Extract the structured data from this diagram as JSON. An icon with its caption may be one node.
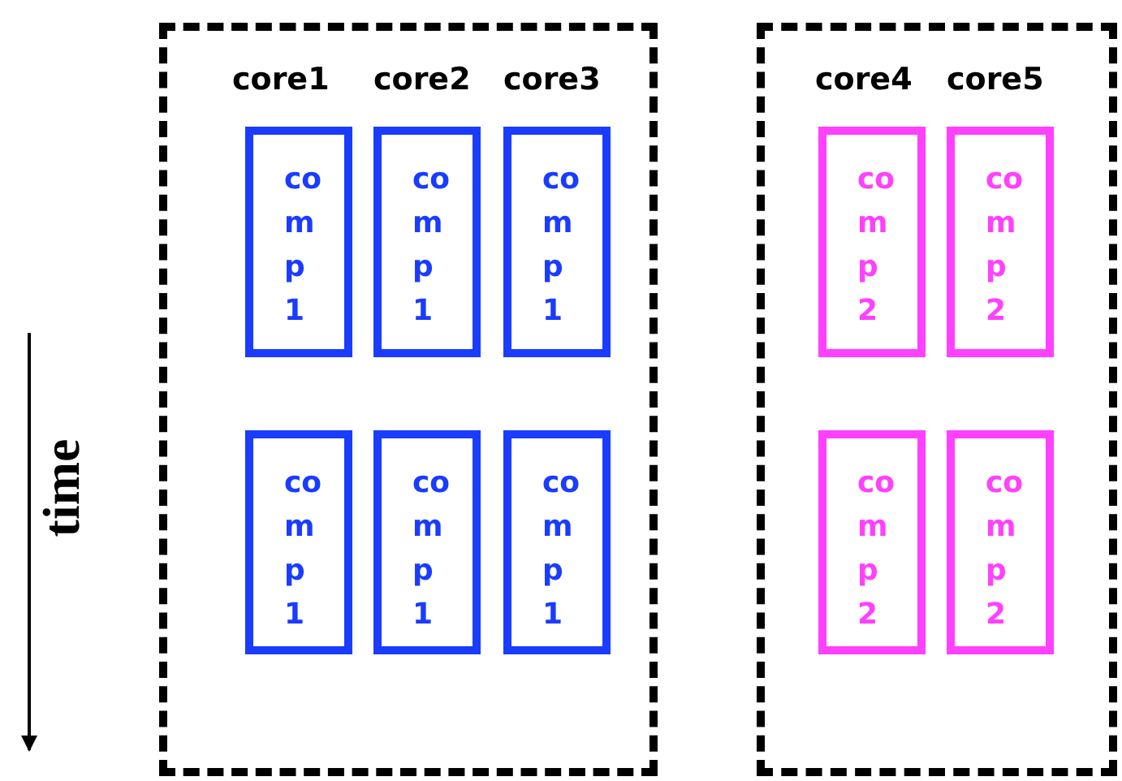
{
  "diagram": {
    "nodes": [
      {
        "text": [],
        "shape": "box"
      },
      {
        "text": [
          "comp1"
        ],
        "in": 0
      },
      {
        "text": [
          "comp1"
        ],
        "in": 0
      },
      {
        "text": [
          "comp1"
        ],
        "in": 0
      },
      {
        "text": [
          "comp1"
        ],
        "in": 0
      },
      {
        "text": [
          "comp1"
        ],
        "in": 0
      },
      {
        "text": [
          "comp1"
        ],
        "in": 0
      },
      {
        "text": [],
        "shape": "box"
      },
      {
        "text": [
          "comp2"
        ],
        "in": 7
      },
      {
        "text": [
          "comp2"
        ],
        "in": 7
      },
      {
        "text": [
          "comp2"
        ],
        "in": 7
      },
      {
        "text": [
          "comp2"
        ],
        "in": 7
      }
    ],
    "edges": [],
    "labels": [
      "core1",
      "core2",
      "core3",
      "core4",
      "core5",
      "time"
    ]
  }
}
